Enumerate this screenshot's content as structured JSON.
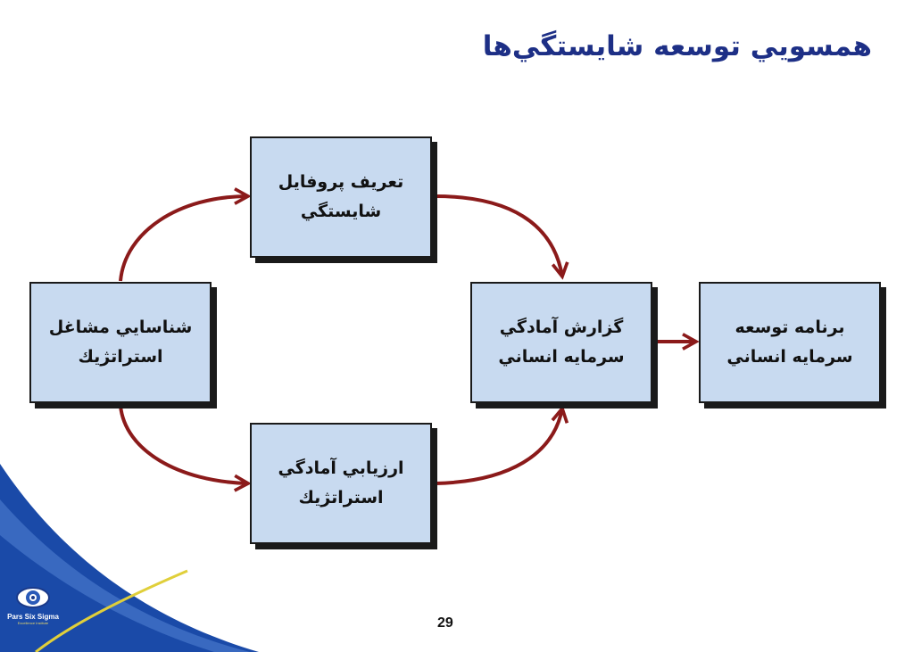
{
  "title": "همسويي توسعه شايستگي‌ها",
  "colors": {
    "title": "#1d2f86",
    "box_fill": "#c8daf0",
    "box_border": "#1a1a1a",
    "arrow": "#8b1a1a",
    "swoosh_blue": "#1a4aa8",
    "swoosh_yellow": "#e0cf3a"
  },
  "nodes": {
    "identify_jobs": {
      "line1": "شناسايي مشاغل",
      "line2": "استراتژيك"
    },
    "define_profile": {
      "line1": "تعريف پروفايل",
      "line2": "شايستگي"
    },
    "assess_readiness": {
      "line1": "ارزيابي آمادگي",
      "line2": "استراتژيك"
    },
    "readiness_report": {
      "line1": "گزارش آمادگي",
      "line2": "سرمايه انساني"
    },
    "development_program": {
      "line1": "برنامه توسعه",
      "line2": "سرمايه انساني"
    }
  },
  "edges": [
    {
      "from": "identify_jobs",
      "to": "define_profile"
    },
    {
      "from": "identify_jobs",
      "to": "assess_readiness"
    },
    {
      "from": "define_profile",
      "to": "readiness_report"
    },
    {
      "from": "assess_readiness",
      "to": "readiness_report"
    },
    {
      "from": "readiness_report",
      "to": "development_program"
    }
  ],
  "footer": {
    "page_number": "29",
    "logo_text": "Pars Six Sigma",
    "logo_subtext": "Excellence Institute",
    "logo_icon": "six-sigma-eye-logo"
  }
}
